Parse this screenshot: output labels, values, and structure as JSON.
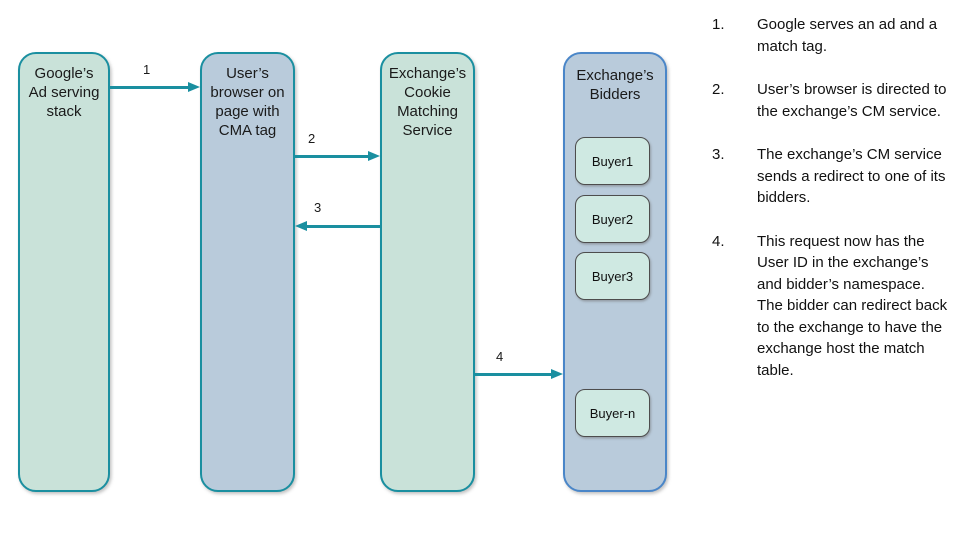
{
  "diagram": {
    "boxes": [
      {
        "id": "google-ad-stack",
        "label": "Google’s Ad serving stack"
      },
      {
        "id": "user-browser",
        "label": "User’s browser on page with CMA tag"
      },
      {
        "id": "exchange-cm-service",
        "label": "Exchange’s Cookie Matching Service"
      },
      {
        "id": "exchange-bidders",
        "label": "Exchange’s Bidders"
      }
    ],
    "buyers": [
      "Buyer1",
      "Buyer2",
      "Buyer3",
      "Buyer-n"
    ],
    "arrows": [
      {
        "label": "1",
        "from": "google-ad-stack",
        "to": "user-browser",
        "direction": "right"
      },
      {
        "label": "2",
        "from": "user-browser",
        "to": "exchange-cm-service",
        "direction": "right"
      },
      {
        "label": "3",
        "from": "exchange-cm-service",
        "to": "user-browser",
        "direction": "left"
      },
      {
        "label": "4",
        "from": "exchange-cm-service",
        "to": "exchange-bidders",
        "direction": "right"
      }
    ],
    "colors": {
      "green_fill": "#c9e2d9",
      "blue_fill": "#b9cbdb",
      "teal_border": "#1a8fa0",
      "bidders_border": "#4a86c8",
      "buyer_fill": "#cfe9e2",
      "buyer_border": "#4d4d4d",
      "arrow": "#1a8fa0",
      "text": "#111111",
      "background": "#ffffff"
    }
  },
  "steps": [
    {
      "number": "1.",
      "text": "Google serves an ad and a match tag."
    },
    {
      "number": "2.",
      "text": "User’s browser is directed to the exchange’s CM service."
    },
    {
      "number": "3.",
      "text": "The exchange’s CM service sends a redirect to one of its bidders."
    },
    {
      "number": "4.",
      "text": "This request now has the User ID in the exchange’s and bidder’s namespace. The bidder can redirect back to the exchange to have the exchange host the match table."
    }
  ]
}
